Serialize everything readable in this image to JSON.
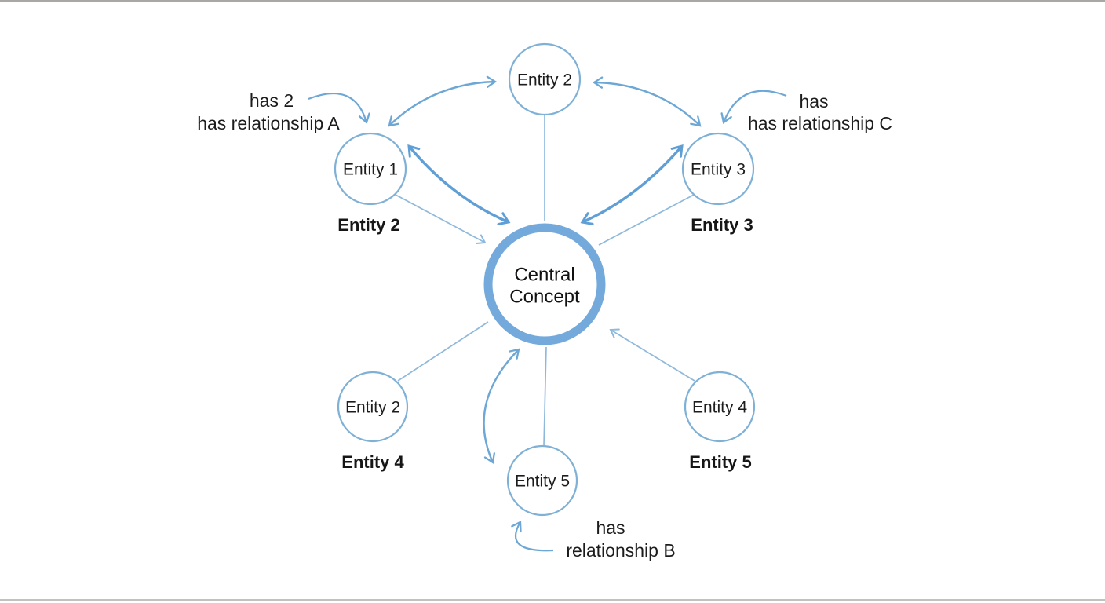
{
  "page": {
    "background": "#ffffff",
    "top_border_color": "#a9a7a4",
    "bottom_border_color": "#c3c1be"
  },
  "colors": {
    "node_stroke": "#7fb0d6",
    "central_ring": "#74aadb",
    "thin_line": "#8fb9dc",
    "medium_line": "#6da7d6",
    "thick_line": "#5f9fd6",
    "text": "#1c1c1c"
  },
  "diagram": {
    "central_node": {
      "line1": "Central",
      "line2": "Concept"
    },
    "nodes": {
      "top": {
        "label": "Entity 2"
      },
      "upper_left": {
        "label": "Entity 1",
        "sublabel": "Entity 2"
      },
      "upper_right": {
        "label": "Entity 3",
        "sublabel": "Entity 3"
      },
      "lower_left": {
        "label": "Entity 2",
        "sublabel": "Entity 4"
      },
      "lower_right": {
        "label": "Entity 4",
        "sublabel": "Entity 5"
      },
      "bottom": {
        "label": "Entity 5"
      }
    },
    "annotations": {
      "relationship_a": {
        "line1": "has 2",
        "line2": "has relationship A"
      },
      "relationship_c": {
        "line1": "has",
        "line2": "has relationship C"
      },
      "relationship_b": {
        "line1": "has",
        "line2": "relationship B"
      }
    }
  }
}
